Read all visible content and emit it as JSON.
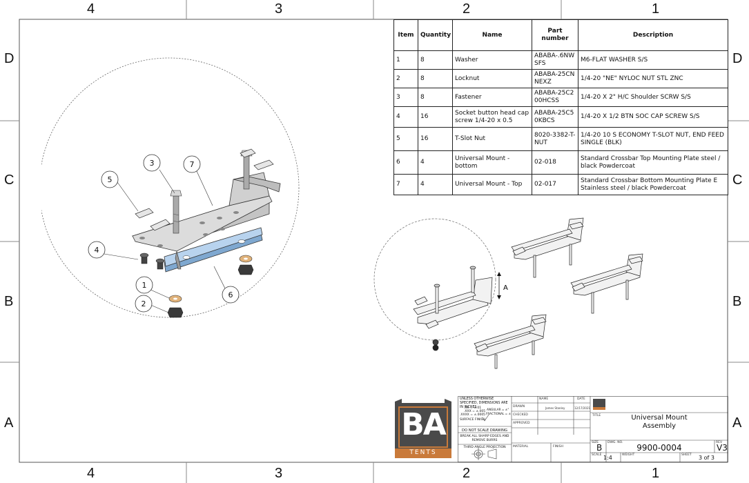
{
  "zones": {
    "top": [
      "4",
      "3",
      "2",
      "1"
    ],
    "bottom": [
      "4",
      "3",
      "2",
      "1"
    ],
    "left": [
      "D",
      "C",
      "B",
      "A"
    ],
    "right": [
      "D",
      "C",
      "B",
      "A"
    ]
  },
  "bom": {
    "headers": {
      "item": "Item",
      "quantity": "Quantity",
      "name": "Name",
      "part_number": "Part number",
      "description": "Description"
    },
    "rows": [
      {
        "item": "1",
        "qty": "8",
        "name": "Washer",
        "part": "ABABA-.6NWSFS",
        "desc": "M6-FLAT WASHER S/S"
      },
      {
        "item": "2",
        "qty": "8",
        "name": "Locknut",
        "part": "ABABA-25CNNEXZ",
        "desc": "1/4-20 \"NE\" NYLOC NUT STL ZNC"
      },
      {
        "item": "3",
        "qty": "8",
        "name": "Fastener",
        "part": "ABABA-25C200HCSS",
        "desc": "1/4-20 X 2\" H/C Shoulder SCRW S/S"
      },
      {
        "item": "4",
        "qty": "16",
        "name": "Socket button head cap screw 1/4-20 x 0.5",
        "part": "ABABA-25C50KBCS",
        "desc": "1/4-20 X 1/2 BTN SOC CAP SCREW S/S"
      },
      {
        "item": "5",
        "qty": "16",
        "name": "T-Slot Nut",
        "part": "8020-3382-T-NUT",
        "desc": "1/4-20 10 S ECONOMY T-SLOT NUT, END FEED SINGLE (BLK)"
      },
      {
        "item": "6",
        "qty": "4",
        "name": "Universal Mount - bottom",
        "part": "02-018",
        "desc": "Standard Crossbar Top Mounting Plate steel / black Powdercoat"
      },
      {
        "item": "7",
        "qty": "4",
        "name": "Universal Mount - Top",
        "part": "02-017",
        "desc": "Standard Crossbar Bottom Mounting Plate E Stainless steel / black Powdercoat"
      }
    ]
  },
  "balloons": [
    "1",
    "2",
    "3",
    "4",
    "5",
    "6",
    "7"
  ],
  "detail_label": "A",
  "logo": {
    "letters": "BA",
    "banner": "TENTS"
  },
  "title_block": {
    "notes": {
      "unless": "UNLESS OTHERWISE SPECIFIED, DIMENSIONS ARE IN INCHES",
      "tol_xx": ".XX = ±.01",
      "tol_xxx": ".XXX = ±.005",
      "tol_xxxx": ".XXXX = ±.0005",
      "angular": "ANGULAR = ±°",
      "fractional": "FRACTIONAL = ±",
      "surface": "SURFACE FINISH",
      "no_scale": "DO NOT SCALE DRAWING",
      "break_edges": "BREAK ALL SHARP EDGES AND REMOVE BURRS",
      "projection": "THIRD ANGLE PROJECTION"
    },
    "labels": {
      "name": "NAME",
      "date": "DATE",
      "drawn": "DRAWN",
      "checked": "CHECKED",
      "approved": "APPROVED",
      "material": "MATERIAL",
      "finish": "FINISH",
      "title": "TITLE",
      "size": "SIZE",
      "dwg_no": "DWG. NO.",
      "rev": "REV",
      "scale": "SCALE",
      "weight": "WEIGHT",
      "sheet": "SHEET"
    },
    "drawn_by": "James Stanley",
    "drawn_date": "12/17/2021",
    "title_line1": "Universal Mount",
    "title_line2": "Assembly",
    "size": "B",
    "dwg_no": "9900-0004",
    "rev": "V3",
    "scale": "1:4",
    "sheet": "3 of 3"
  }
}
